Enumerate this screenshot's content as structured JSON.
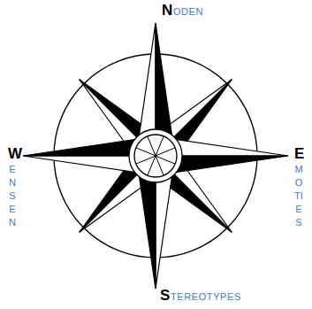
{
  "diagram": {
    "labels": [
      "NODEN",
      "WENSEN",
      "EMOTIES",
      "STEREOTYPES"
    ]
  }
}
